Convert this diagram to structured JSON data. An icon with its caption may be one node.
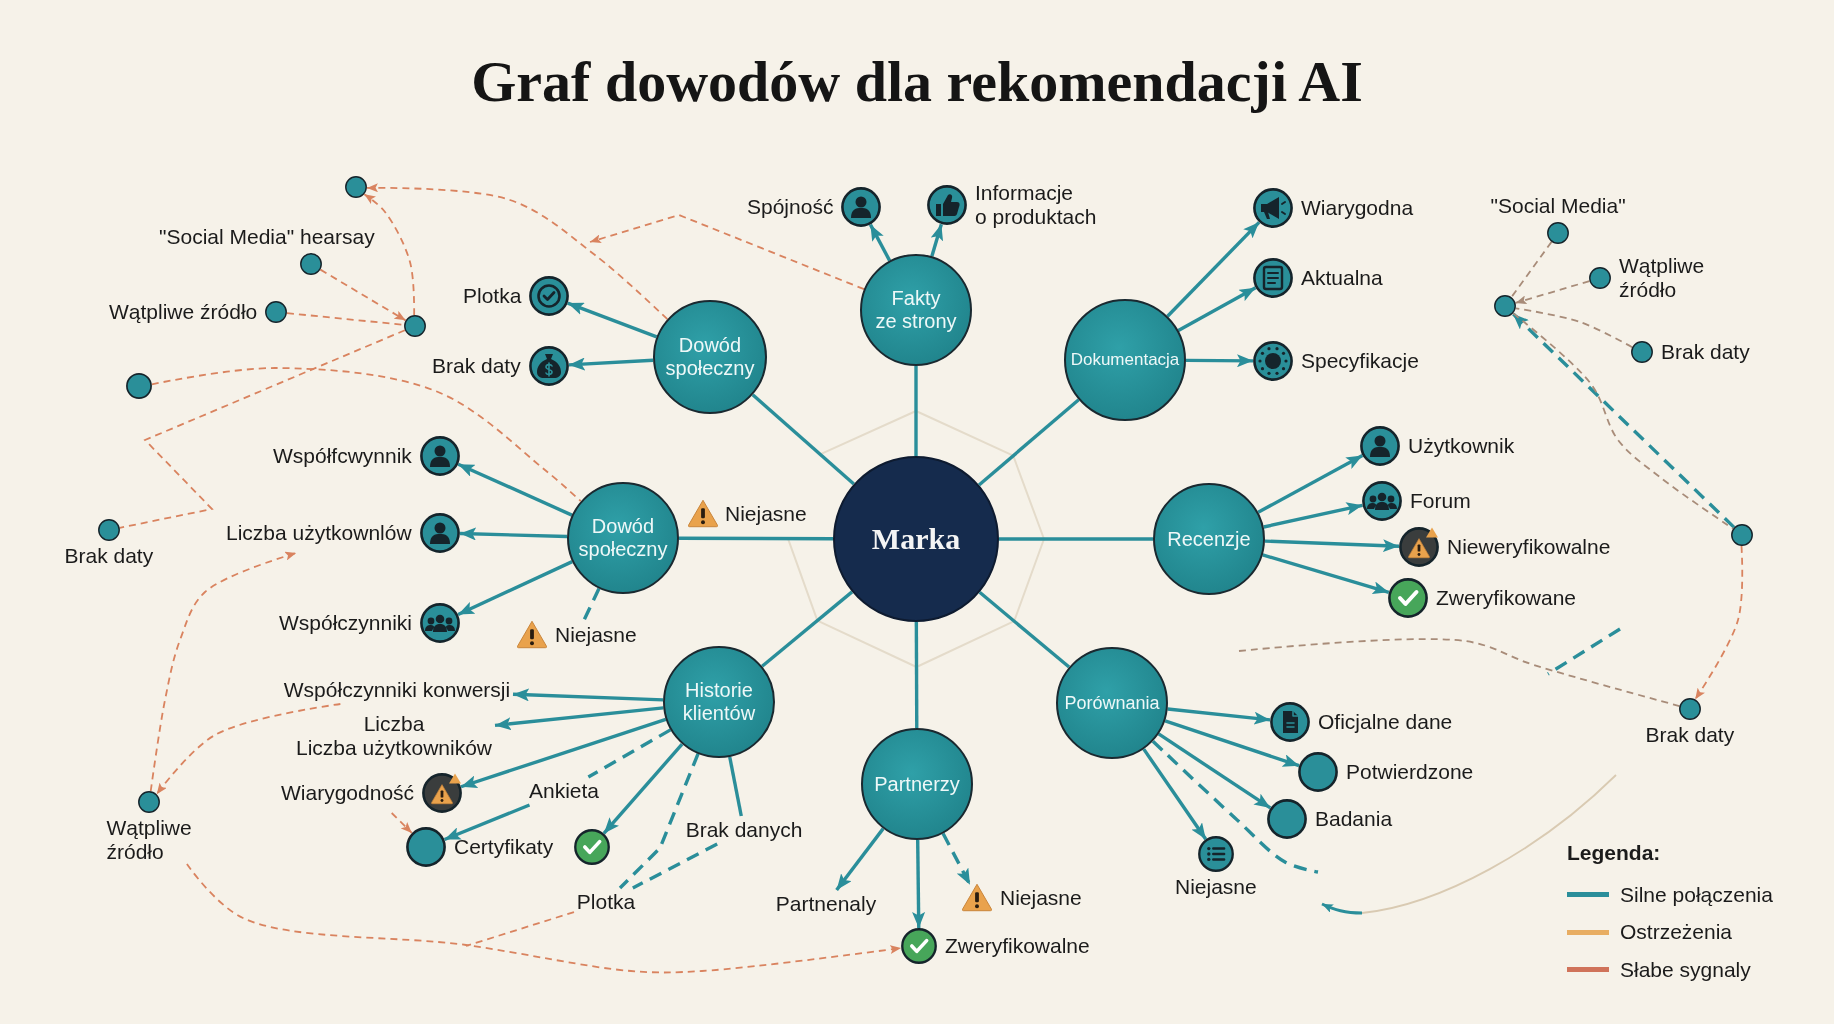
{
  "diagram": {
    "title": "Graf dowodów dla rekomendacji AI",
    "nodes": [
      {
        "text": [
          "Marka"
        ]
      },
      {
        "text": [
          "Fakty ze strony"
        ]
      },
      {
        "text": [
          "Dowód społeczny"
        ]
      },
      {
        "text": [
          "Dokumentacja"
        ]
      },
      {
        "text": [
          "Dowód społeczny"
        ]
      },
      {
        "text": [
          "Recenzje"
        ]
      },
      {
        "text": [
          "Historie klientów"
        ]
      },
      {
        "text": [
          "Porównania"
        ]
      },
      {
        "text": [
          "Partnerzy"
        ]
      },
      {
        "text": [
          "Spójność"
        ]
      },
      {
        "text": [
          "Informacje o produktach"
        ]
      },
      {
        "text": [
          "Plotka"
        ]
      },
      {
        "text": [
          "Brak daty"
        ]
      },
      {
        "text": [
          "Wiarygodna"
        ]
      },
      {
        "text": [
          "Aktualna"
        ]
      },
      {
        "text": [
          "Specyfikacje"
        ]
      },
      {
        "text": [
          "Współfcwynnik"
        ]
      },
      {
        "text": [
          "Liczba użytkownlów"
        ]
      },
      {
        "text": [
          "Współczynniki"
        ]
      },
      {
        "text": [
          "Niejasne"
        ]
      },
      {
        "text": [
          "Użytkownik"
        ]
      },
      {
        "text": [
          "Forum"
        ]
      },
      {
        "text": [
          "Nieweryfikowalne"
        ]
      },
      {
        "text": [
          "Zweryfikowane"
        ]
      },
      {
        "text": [
          "Współczynniki konwersji"
        ]
      },
      {
        "text": [
          "Liczba",
          "Liczba użytkowników"
        ]
      },
      {
        "text": [
          "Wiarygodność"
        ]
      },
      {
        "text": [
          "Ankieta"
        ]
      },
      {
        "text": [
          "Certyfikaty"
        ]
      },
      {
        "text": [
          "Brak danych"
        ]
      },
      {
        "text": [
          "Plotka"
        ]
      },
      {
        "text": [
          "Oficjalne dane"
        ]
      },
      {
        "text": [
          "Potwierdzone"
        ]
      },
      {
        "text": [
          "Badania"
        ]
      },
      {
        "text": [
          "Niejasne"
        ]
      },
      {
        "text": [
          "Partnenaly"
        ]
      },
      {
        "text": [
          "Zweryfikowalne"
        ]
      },
      {
        "text": [
          "Niejasne"
        ]
      },
      {
        "text": [],
        "shape": "circle"
      },
      {
        "text": [
          "\"Social Media\" hearsay"
        ]
      },
      {
        "text": [
          "Wątpliwe źródło"
        ]
      },
      {
        "text": [],
        "shape": "circle"
      },
      {
        "text": [],
        "shape": "circle"
      },
      {
        "text": [
          "Brak daty"
        ]
      },
      {
        "text": [
          "Wątpliwe źródło"
        ]
      },
      {
        "text": [
          "\"Social Media\""
        ]
      },
      {
        "text": [
          "Wątpliwe źródło"
        ]
      },
      {
        "text": [],
        "shape": "circle"
      },
      {
        "text": [
          "Brak daty"
        ]
      },
      {
        "text": [],
        "shape": "circle"
      },
      {
        "text": [
          "Brak daty"
        ]
      }
    ],
    "edges": [
      {
        "from": 0,
        "to": 1,
        "arrow": "none"
      },
      {
        "from": 0,
        "to": 2,
        "arrow": "none"
      },
      {
        "from": 0,
        "to": 3,
        "arrow": "none"
      },
      {
        "from": 0,
        "to": 4,
        "arrow": "none"
      },
      {
        "from": 0,
        "to": 5,
        "arrow": "none"
      },
      {
        "from": 0,
        "to": 6,
        "arrow": "none"
      },
      {
        "from": 0,
        "to": 7,
        "arrow": "none"
      },
      {
        "from": 0,
        "to": 8,
        "arrow": "none"
      },
      {
        "from": 1,
        "to": 9,
        "arrow": "to"
      },
      {
        "from": 1,
        "to": 10,
        "arrow": "to"
      },
      {
        "from": 2,
        "to": 11,
        "arrow": "to"
      },
      {
        "from": 2,
        "to": 12,
        "arrow": "to"
      },
      {
        "from": 3,
        "to": 13,
        "arrow": "to"
      },
      {
        "from": 3,
        "to": 14,
        "arrow": "to"
      },
      {
        "from": 3,
        "to": 15,
        "arrow": "to"
      },
      {
        "from": 4,
        "to": 16,
        "arrow": "to"
      },
      {
        "from": 4,
        "to": 17,
        "arrow": "to"
      },
      {
        "from": 4,
        "to": 18,
        "arrow": "to"
      },
      {
        "from": 4,
        "to": 19,
        "arrow": "none",
        "style": "dashed"
      },
      {
        "from": 5,
        "to": 20,
        "arrow": "to"
      },
      {
        "from": 5,
        "to": 21,
        "arrow": "to"
      },
      {
        "from": 5,
        "to": 22,
        "arrow": "to"
      },
      {
        "from": 5,
        "to": 23,
        "arrow": "to"
      },
      {
        "from": 6,
        "to": 24,
        "arrow": "to"
      },
      {
        "from": 6,
        "to": 25,
        "arrow": "to"
      },
      {
        "from": 6,
        "to": 26,
        "arrow": "to"
      },
      {
        "from": 6,
        "to": 27,
        "arrow": "none",
        "style": "dashed"
      },
      {
        "from": 27,
        "to": 28,
        "arrow": "to"
      },
      {
        "from": 6,
        "to": 28,
        "arrow": "to"
      },
      {
        "from": 6,
        "to": 29,
        "arrow": "none"
      },
      {
        "from": 6,
        "to": 30,
        "arrow": "none",
        "style": "dashed"
      },
      {
        "from": 7,
        "to": 31,
        "arrow": "to"
      },
      {
        "from": 7,
        "to": 32,
        "arrow": "to"
      },
      {
        "from": 7,
        "to": 33,
        "arrow": "to"
      },
      {
        "from": 7,
        "to": 34,
        "arrow": "to"
      },
      {
        "from": 7,
        "to": null,
        "arrow": "none",
        "style": "dashed"
      },
      {
        "from": 8,
        "to": 35,
        "arrow": "to"
      },
      {
        "from": 8,
        "to": 36,
        "arrow": "to"
      },
      {
        "from": 8,
        "to": 37,
        "arrow": "to",
        "style": "dashed"
      },
      {
        "from": 39,
        "to": 41,
        "arrow": "to",
        "style": "dashed",
        "color": "#d9835f"
      },
      {
        "from": 40,
        "to": 41,
        "arrow": "none",
        "style": "dashed",
        "color": "#d9835f"
      },
      {
        "from": 41,
        "to": 38,
        "arrow": "to",
        "style": "dashed",
        "color": "#d9835f"
      },
      {
        "from": 2,
        "to": 38,
        "arrow": "to",
        "style": "dashed",
        "color": "#d9835f"
      },
      {
        "from": 1,
        "to": null,
        "arrow": "to",
        "style": "dashed",
        "color": "#d9835f"
      },
      {
        "from": 42,
        "to": 4,
        "arrow": "none",
        "style": "dashed",
        "color": "#d9835f"
      },
      {
        "from": 41,
        "to": 43,
        "arrow": "none",
        "style": "dashed",
        "color": "#d9835f"
      },
      {
        "from": 44,
        "to": 17,
        "arrow": "to",
        "style": "dashed",
        "color": "#d9835f"
      },
      {
        "from": 24,
        "to": 44,
        "arrow": "to",
        "style": "dashed",
        "color": "#d9835f"
      },
      {
        "from": 44,
        "to": 36,
        "arrow": "to",
        "style": "dashed",
        "color": "#d9835f"
      },
      {
        "from": 30,
        "to": null,
        "arrow": "none",
        "style": "dashed",
        "color": "#d9835f"
      },
      {
        "from": 26,
        "to": 28,
        "arrow": "to",
        "style": "dashed",
        "color": "#d9835f"
      },
      {
        "from": 45,
        "to": 47,
        "arrow": "none",
        "style": "dashed",
        "color": "#a88c79"
      },
      {
        "from": 46,
        "to": 47,
        "arrow": "to",
        "style": "dashed",
        "color": "#a88c79"
      },
      {
        "from": 48,
        "to": 47,
        "arrow": "none",
        "style": "dashed",
        "color": "#a88c79"
      },
      {
        "from": 49,
        "to": 47,
        "arrow": "to",
        "style": "dashed"
      },
      {
        "from": 47,
        "to": 49,
        "arrow": "none",
        "style": "dashed",
        "color": "#a88c79"
      },
      {
        "from": 49,
        "to": 50,
        "arrow": "to",
        "style": "dashed",
        "color": "#d9835f"
      },
      {
        "from": null,
        "to": 50,
        "arrow": "none",
        "style": "dashed",
        "color": "#a88c79"
      },
      {
        "from": 29,
        "to": 30,
        "arrow": "none",
        "style": "dashed"
      }
    ],
    "labels": [
      "Niejasne",
      "Legenda:"
    ],
    "legend": [
      {
        "text": "Silne połączenia"
      },
      {
        "text": "Ostrzeżenia"
      },
      {
        "text": "Słabe sygnaly"
      }
    ]
  }
}
